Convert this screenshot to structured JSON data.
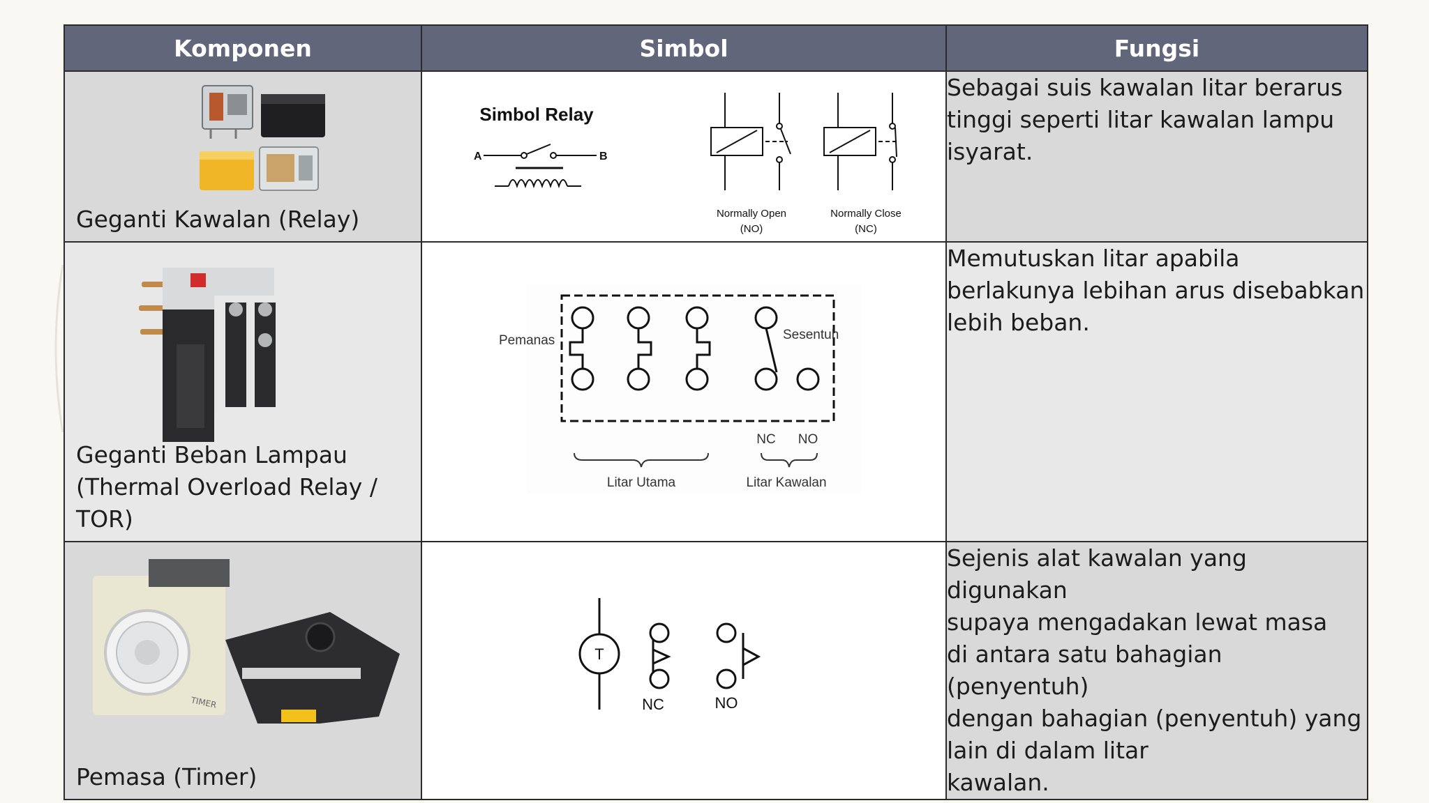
{
  "headers": {
    "komponen": "Komponen",
    "simbol": "Simbol",
    "fungsi": "Fungsi"
  },
  "rows": [
    {
      "komponen": "Geganti Kawalan (Relay)",
      "symbol_labels": {
        "title": "Simbol Relay",
        "a": "A",
        "b": "B",
        "no_line1": "Normally Open",
        "no_line2": "(NO)",
        "nc_line1": "Normally  Close",
        "nc_line2": "(NC)"
      },
      "fungsi": "Sebagai suis kawalan litar berarus\ntinggi seperti litar kawalan lampu\nisyarat."
    },
    {
      "komponen": "Geganti Beban Lampau\n(Thermal Overload Relay /\nTOR)",
      "symbol_labels": {
        "pemanas": "Pemanas",
        "sesentuh": "Sesentuh",
        "nc": "NC",
        "no": "NO",
        "litar_utama": "Litar Utama",
        "litar_kawalan": "Litar Kawalan"
      },
      "fungsi": "Memutuskan litar apabila\nberlakunya lebihan arus disebabkan\nlebih beban."
    },
    {
      "komponen": "Pemasa (Timer)",
      "symbol_labels": {
        "t": "T",
        "nc": "NC",
        "no": "NO",
        "timer_face": "TIMER"
      },
      "fungsi": "Sejenis alat kawalan yang digunakan\nsupaya mengadakan lewat masa\ndi antara satu bahagian (penyentuh)\ndengan bahagian (penyentuh) yang\nlain di dalam litar\nkawalan."
    }
  ],
  "colors": {
    "header_bg": "#62667a",
    "header_text": "#ffffff",
    "cell_gray": "#dfdfdf",
    "border": "#2b2b2b"
  }
}
